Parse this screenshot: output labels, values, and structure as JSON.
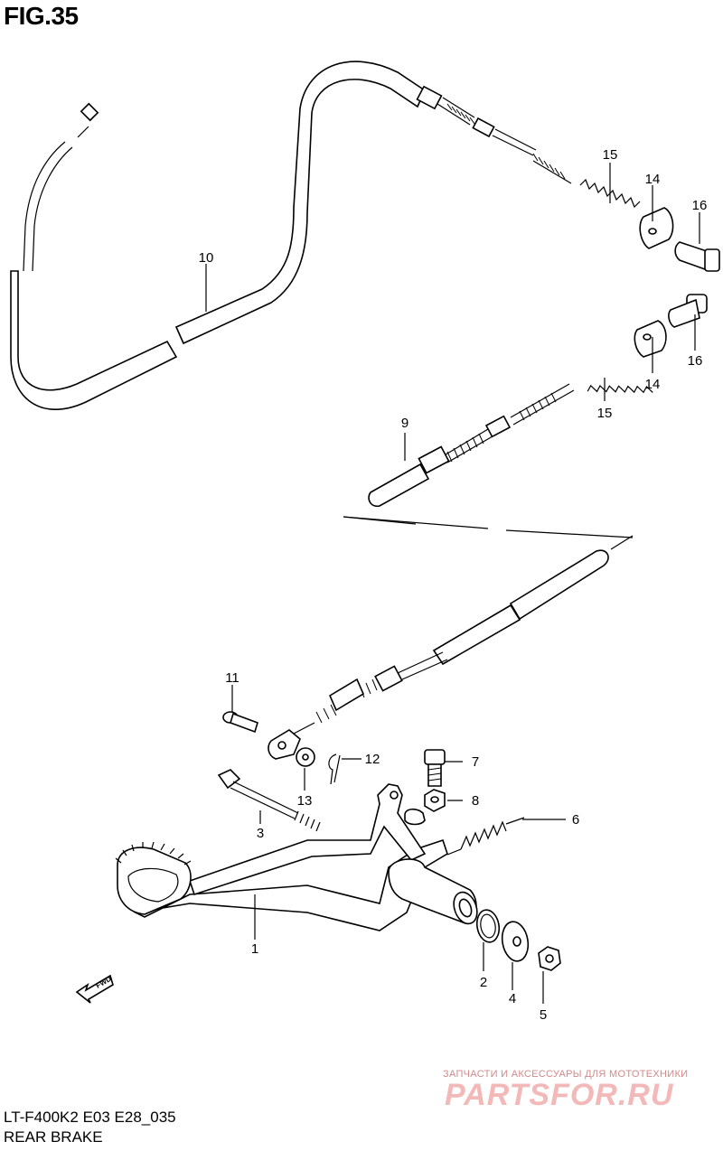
{
  "figure_title": "FIG.35",
  "model_code": "LT-F400K2 E03 E28_035",
  "section_name": "REAR BRAKE",
  "fwd_label": "FWD",
  "watermark": {
    "subtitle": "ЗАПЧАСТИ И АКСЕССУАРЫ ДЛЯ МОТОТЕХНИКИ",
    "brand": "PARTSFOR.RU"
  },
  "callouts": {
    "c1": "1",
    "c2": "2",
    "c3": "3",
    "c4": "4",
    "c5": "5",
    "c6": "6",
    "c7": "7",
    "c8": "8",
    "c9": "9",
    "c10": "10",
    "c11": "11",
    "c12": "12",
    "c13": "13",
    "c14a": "14",
    "c14b": "14",
    "c15a": "15",
    "c15b": "15",
    "c16a": "16",
    "c16b": "16"
  }
}
